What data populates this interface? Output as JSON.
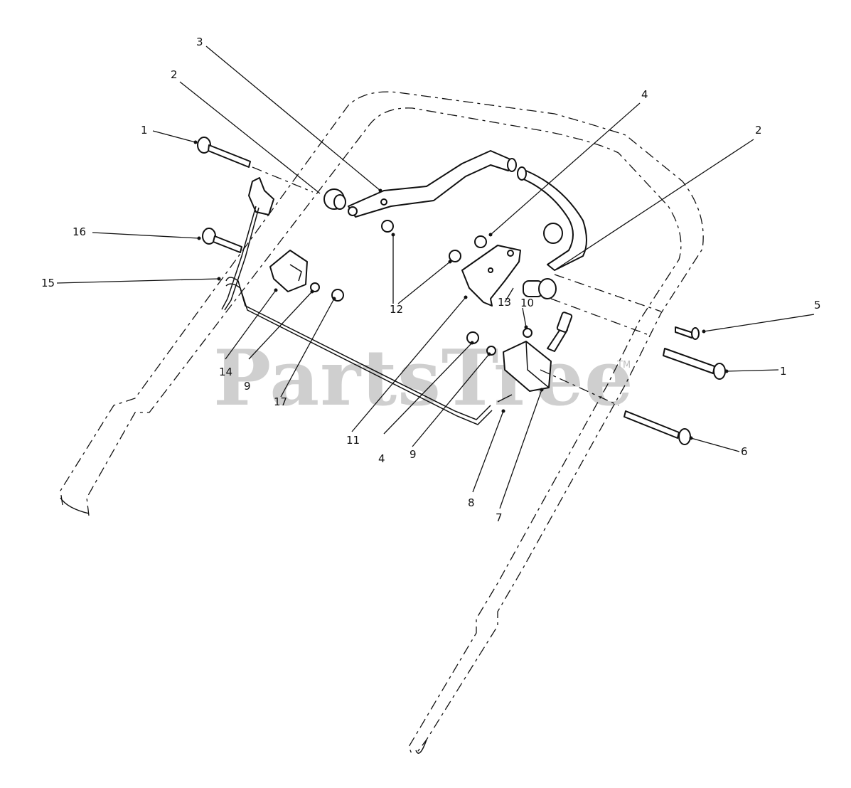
{
  "watermark": {
    "text": "PartsTree",
    "trademark": "TM"
  },
  "callouts": [
    {
      "label": "1"
    },
    {
      "label": "2"
    },
    {
      "label": "3"
    },
    {
      "label": "4"
    },
    {
      "label": "2"
    },
    {
      "label": "16"
    },
    {
      "label": "15"
    },
    {
      "label": "12"
    },
    {
      "label": "13"
    },
    {
      "label": "10"
    },
    {
      "label": "5"
    },
    {
      "label": "1"
    },
    {
      "label": "14"
    },
    {
      "label": "9"
    },
    {
      "label": "17"
    },
    {
      "label": "11"
    },
    {
      "label": "4"
    },
    {
      "label": "9"
    },
    {
      "label": "8"
    },
    {
      "label": "7"
    },
    {
      "label": "6"
    }
  ]
}
